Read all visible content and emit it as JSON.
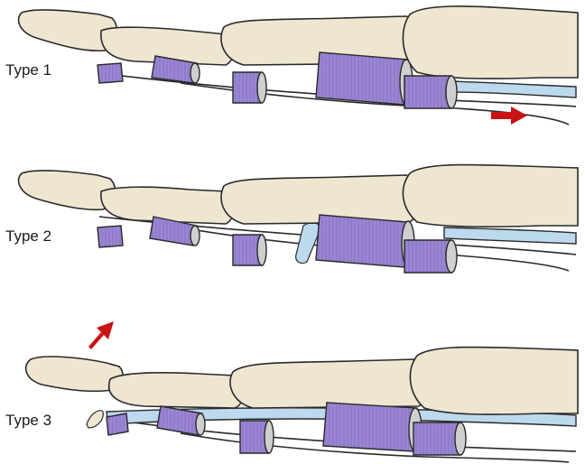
{
  "figure": {
    "panels": [
      {
        "label": "Type 1",
        "arrow": "pointing right"
      },
      {
        "label": "Type 2",
        "arrow": "none"
      },
      {
        "label": "Type 3",
        "arrow": "pointing up-right"
      }
    ],
    "colors": {
      "bone": "#efe6d2",
      "bone_shade": "#d9cdb3",
      "pulley": "#9a86d2",
      "pulley_dark": "#6f5aa8",
      "tendon": "#bcd9ee",
      "arrow": "#c81414",
      "outline": "#2a2a2a"
    }
  }
}
